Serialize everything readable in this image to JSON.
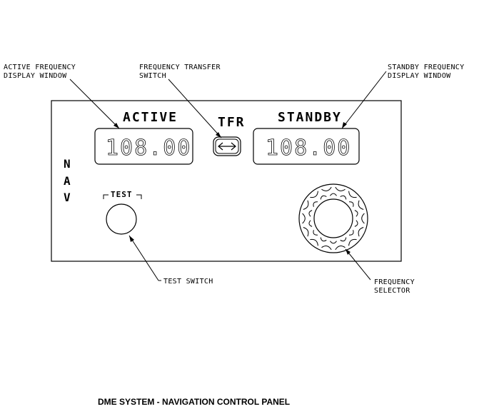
{
  "callouts": {
    "active_window": [
      "ACTIVE FREQUENCY",
      "DISPLAY WINDOW"
    ],
    "transfer_switch": [
      "FREQUENCY TRANSFER",
      "SWITCH"
    ],
    "standby_window": [
      "STANDBY FREQUENCY",
      "DISPLAY WINDOW"
    ],
    "test_switch": [
      "TEST SWITCH"
    ],
    "frequency_selector": [
      "FREQUENCY",
      "SELECTOR"
    ]
  },
  "panel": {
    "active_label": "ACTIVE",
    "transfer_label": "TFR",
    "standby_label": "STANDBY",
    "active_frequency": "108.00",
    "standby_frequency": "108.00",
    "nav_letters": [
      "N",
      "A",
      "V"
    ],
    "test_label": "TEST"
  },
  "caption": "DME SYSTEM - NAVIGATION CONTROL PANEL",
  "icons": {
    "transfer": "double-arrow-icon",
    "knob": "knurled-knob-icon"
  }
}
